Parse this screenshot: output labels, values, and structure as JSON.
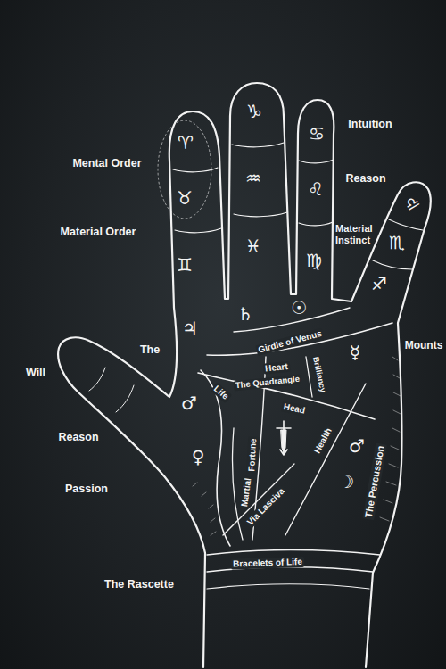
{
  "diagram": {
    "labels": [
      "Mental Order",
      "Material Order",
      "Intuition",
      "Reason",
      "Material Instinct",
      "Mounts",
      "The",
      "Will",
      "Reason",
      "Passion",
      "The Rascette",
      "Girdle of Venus",
      "Brilliancy",
      "Heart",
      "The Quadrangle",
      "Life",
      "Head",
      "Fortune",
      "Martial",
      "Health",
      "Via Lasciva",
      "The Percussion",
      "Bracelets of Life",
      "♈",
      "♉",
      "♊",
      "♑",
      "♒",
      "♓",
      "♋",
      "♌",
      "♍",
      "♎",
      "♏",
      "♐",
      "♃",
      "♄",
      "☉",
      "☿",
      "♂",
      "♂",
      "♀",
      "☽"
    ]
  }
}
